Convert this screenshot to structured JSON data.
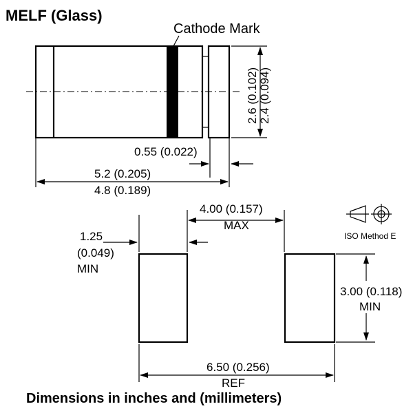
{
  "title": "MELF (Glass)",
  "cathode_mark": "Cathode Mark",
  "body_dims": {
    "height_max": "2.6 (0.102)",
    "height_min": "2.4 (0.094)",
    "cap_length": "0.55 (0.022)",
    "length_max": "5.2 (0.205)",
    "length_min": "4.8 (0.189)"
  },
  "pad_dims": {
    "gap": "4.00 (0.157)",
    "gap_qualifier": "MAX",
    "pad_width_value": "1.25",
    "pad_width_inch": "(0.049)",
    "pad_width_qualifier": "MIN",
    "pad_height_value": "3.00 (0.118)",
    "pad_height_qualifier": "MIN",
    "overall": "6.50 (0.256)",
    "overall_qualifier": "REF"
  },
  "iso_method": "ISO Method E",
  "footer": "Dimensions in inches and (millimeters)"
}
